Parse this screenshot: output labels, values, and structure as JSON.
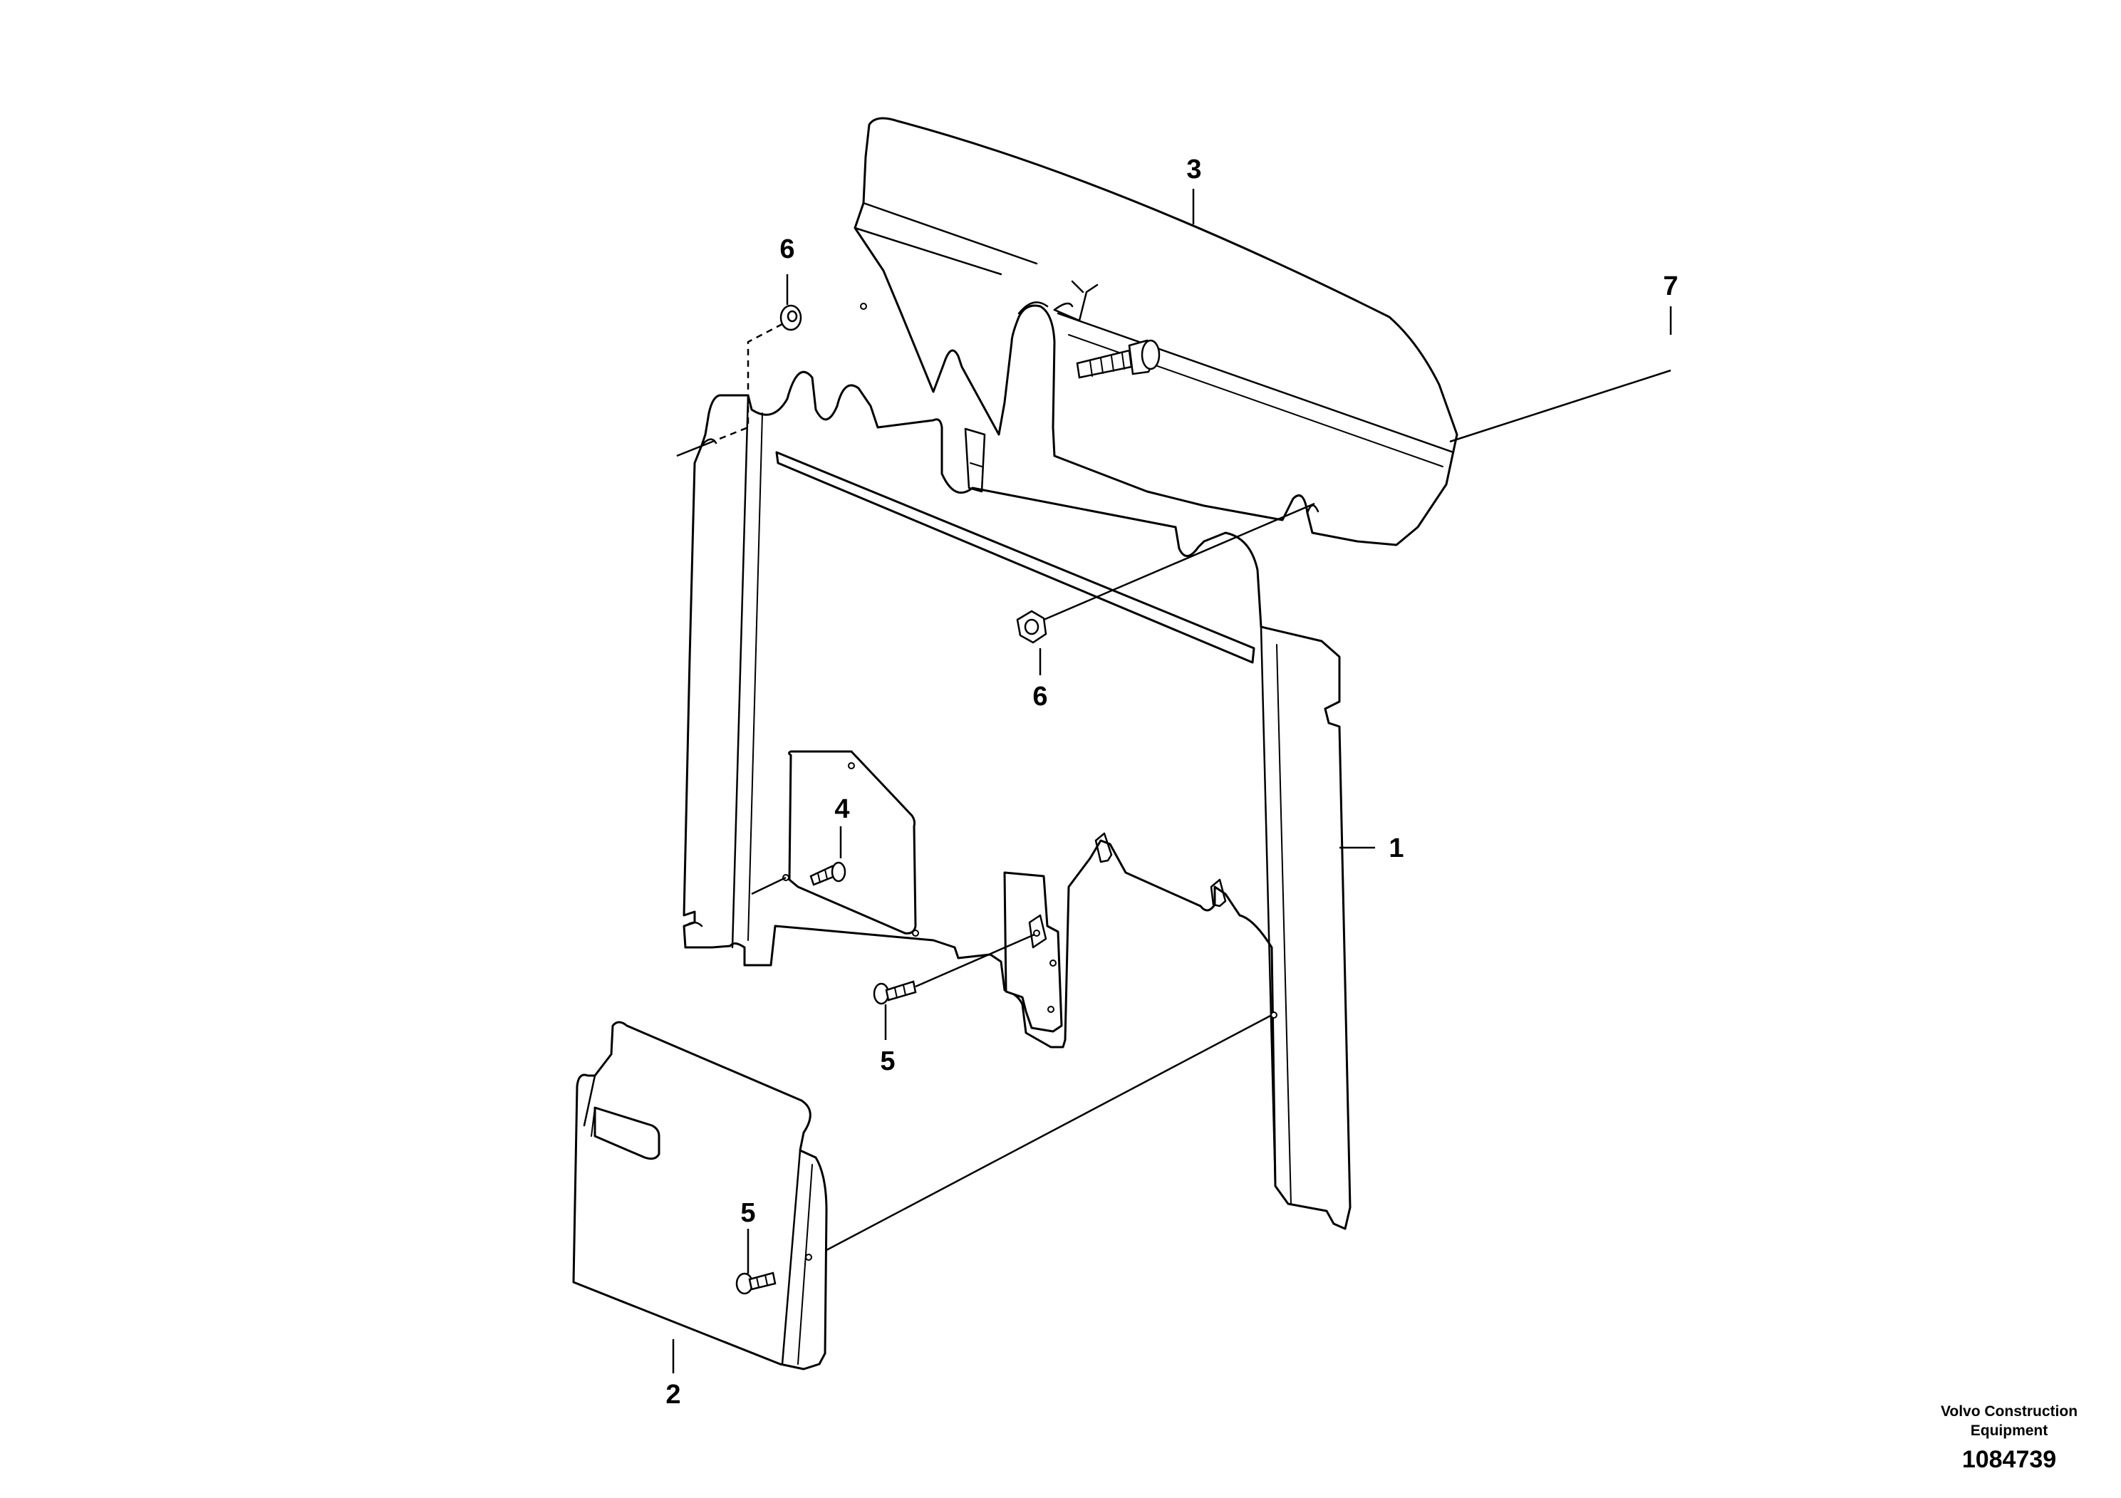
{
  "callouts": {
    "panel_main": "1",
    "cover_lower": "2",
    "cover_top": "3",
    "screw_inner": "4",
    "screw_bracket": "5",
    "screw_cover": "5",
    "nut_upper": "6",
    "nut_center": "6",
    "screw_top": "7"
  },
  "footer": {
    "brand_line1": "Volvo Construction",
    "brand_line2": "Equipment",
    "drawing_number": "1084739"
  }
}
